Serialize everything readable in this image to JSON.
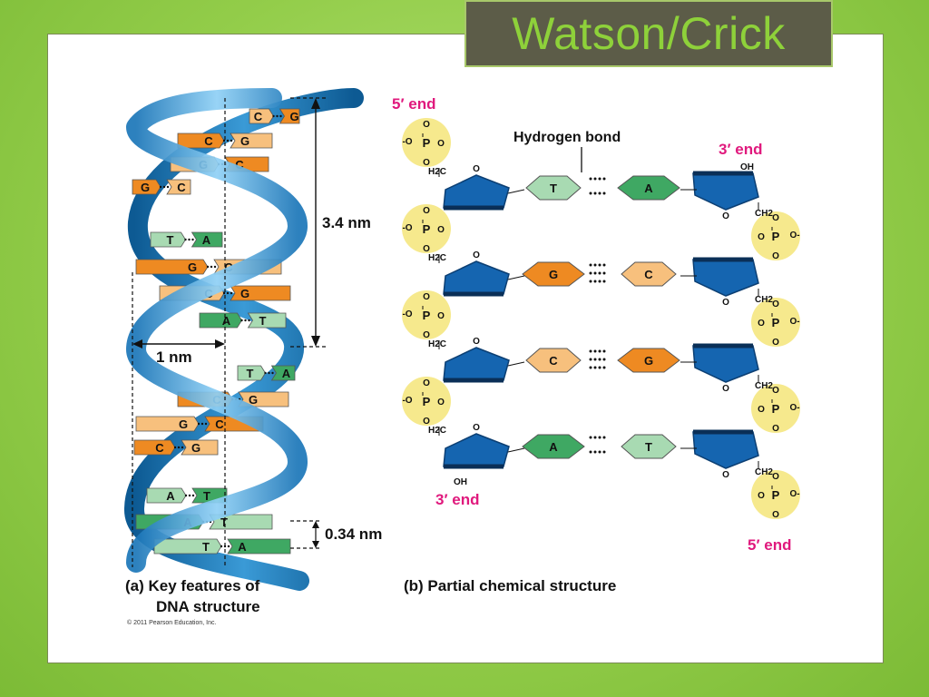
{
  "slide": {
    "title": "Watson/Crick"
  },
  "panel_a": {
    "label_line1": "(a) Key features of",
    "label_line2": "DNA structure",
    "pitch_label": "3.4 nm",
    "width_label": "1 nm",
    "spacing_label": "0.34 nm",
    "copyright": "© 2011 Pearson Education, Inc.",
    "base_pairs": [
      {
        "left": "C",
        "right": "G"
      },
      {
        "left": "C",
        "right": "G"
      },
      {
        "left": "G",
        "right": "C"
      },
      {
        "left": "G",
        "right": "C"
      },
      {
        "left": "T",
        "right": "A"
      },
      {
        "left": "G",
        "right": "C"
      },
      {
        "left": "C",
        "right": "G"
      },
      {
        "left": "A",
        "right": "T"
      },
      {
        "left": "T",
        "right": "A"
      },
      {
        "left": "C",
        "right": "G"
      },
      {
        "left": "G",
        "right": "C"
      },
      {
        "left": "C",
        "right": "G"
      },
      {
        "left": "A",
        "right": "T"
      },
      {
        "left": "A",
        "right": "T"
      },
      {
        "left": "T",
        "right": "A"
      }
    ]
  },
  "panel_b": {
    "label": "(b) Partial chemical structure",
    "hydrogen_bond_label": "Hydrogen bond",
    "five_prime_top": "5′ end",
    "three_prime_top": "3′ end",
    "three_prime_bottom": "3′ end",
    "five_prime_bottom": "5′ end",
    "phosphate_atom": "P",
    "oxygen_atom": "O",
    "oxygen_minus": "-O",
    "oxygen_minus_right": "O-",
    "oh_label": "OH",
    "h2c_label": "H2C",
    "ch2_label": "CH2",
    "rows": [
      {
        "left": "T",
        "right": "A"
      },
      {
        "left": "G",
        "right": "C"
      },
      {
        "left": "C",
        "right": "G"
      },
      {
        "left": "A",
        "right": "T"
      }
    ]
  },
  "colors": {
    "adenine_thymine": "#3fa863",
    "adenine_thymine_light": "#a8dab2",
    "guanine_cytosine": "#ee8a22",
    "guanine_cytosine_light": "#f7c07d",
    "backbone": "#1f7fc0",
    "sugar": "#1565b0",
    "phosphate": "#f6e98d",
    "end_label": "#e0197d"
  }
}
